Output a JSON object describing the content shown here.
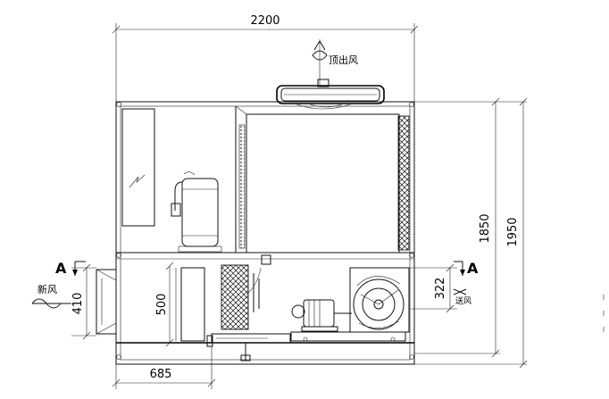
{
  "dimensions": {
    "overall_width": "2200",
    "height_inner": "1850",
    "height_total": "1950",
    "intake_height": "410",
    "filter_height": "500",
    "fan_outlet": "322",
    "intake_width": "685"
  },
  "labels": {
    "top_outlet": "顶出风",
    "fresh_air": "新风",
    "supply_air": "送风",
    "section_left": "A",
    "section_right": "A"
  },
  "colors": {
    "line": "#111111",
    "background": "#ffffff"
  }
}
